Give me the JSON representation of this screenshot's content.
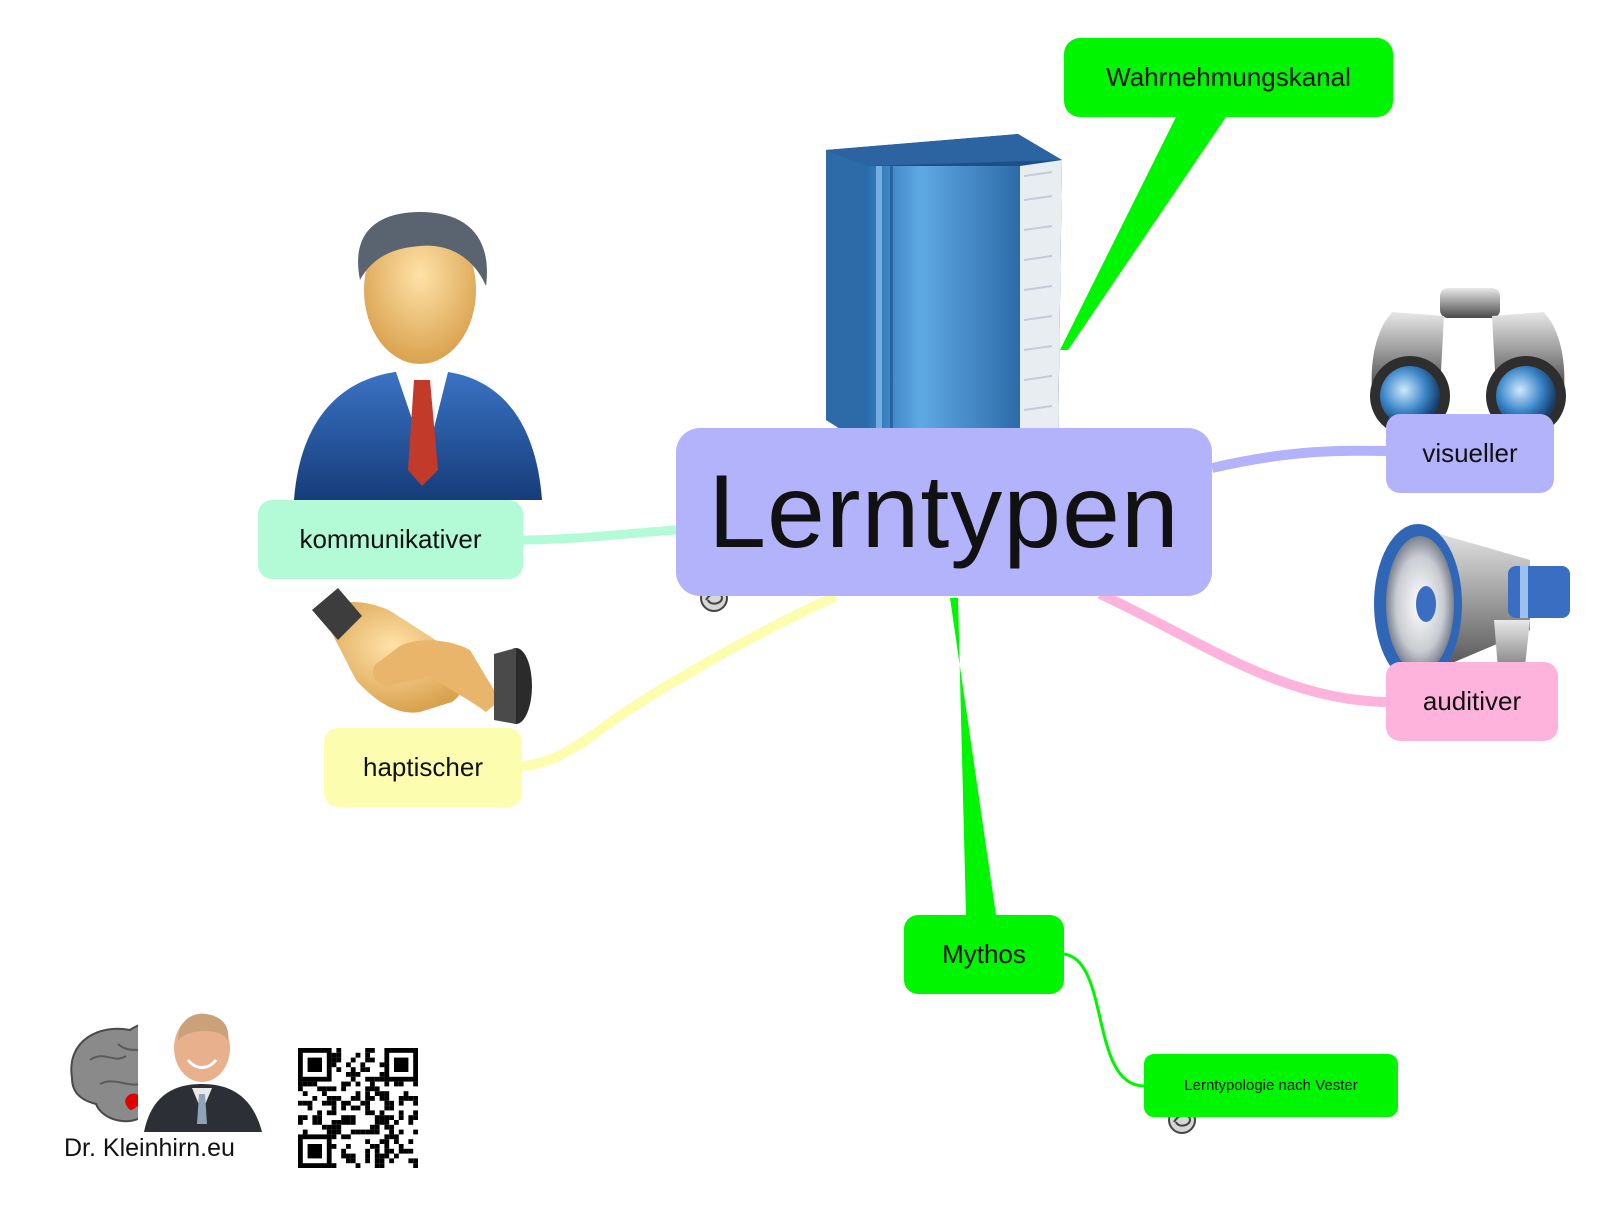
{
  "mindmap": {
    "central": {
      "label": "Lerntypen",
      "color": "#b3b3fb"
    },
    "branches": {
      "wahrnehmungskanal": {
        "label": "Wahrnehmungskanal",
        "color": "#00f500"
      },
      "visueller": {
        "label": "visueller",
        "color": "#b3b3fb"
      },
      "auditiver": {
        "label": "auditiver",
        "color": "#fdb3dc"
      },
      "kommunikativer": {
        "label": "kommunikativer",
        "color": "#b3fbd6"
      },
      "haptischer": {
        "label": "haptischer",
        "color": "#fdfdb0"
      },
      "mythos": {
        "label": "Mythos",
        "color": "#00f500"
      }
    },
    "subnodes": {
      "vester": {
        "label": "Lerntypologie nach Vester",
        "color": "#00f500"
      }
    },
    "icons": {
      "central": "book-icon",
      "visueller": "binoculars-icon",
      "auditiver": "megaphone-icon",
      "kommunikativer": "businessman-icon",
      "haptischer": "handshake-icon",
      "notes": "note-link-icon"
    }
  },
  "footer": {
    "brand": "Dr. Kleinhirn.eu",
    "icons": [
      "brain-icon",
      "portrait-photo",
      "qr-code"
    ]
  }
}
